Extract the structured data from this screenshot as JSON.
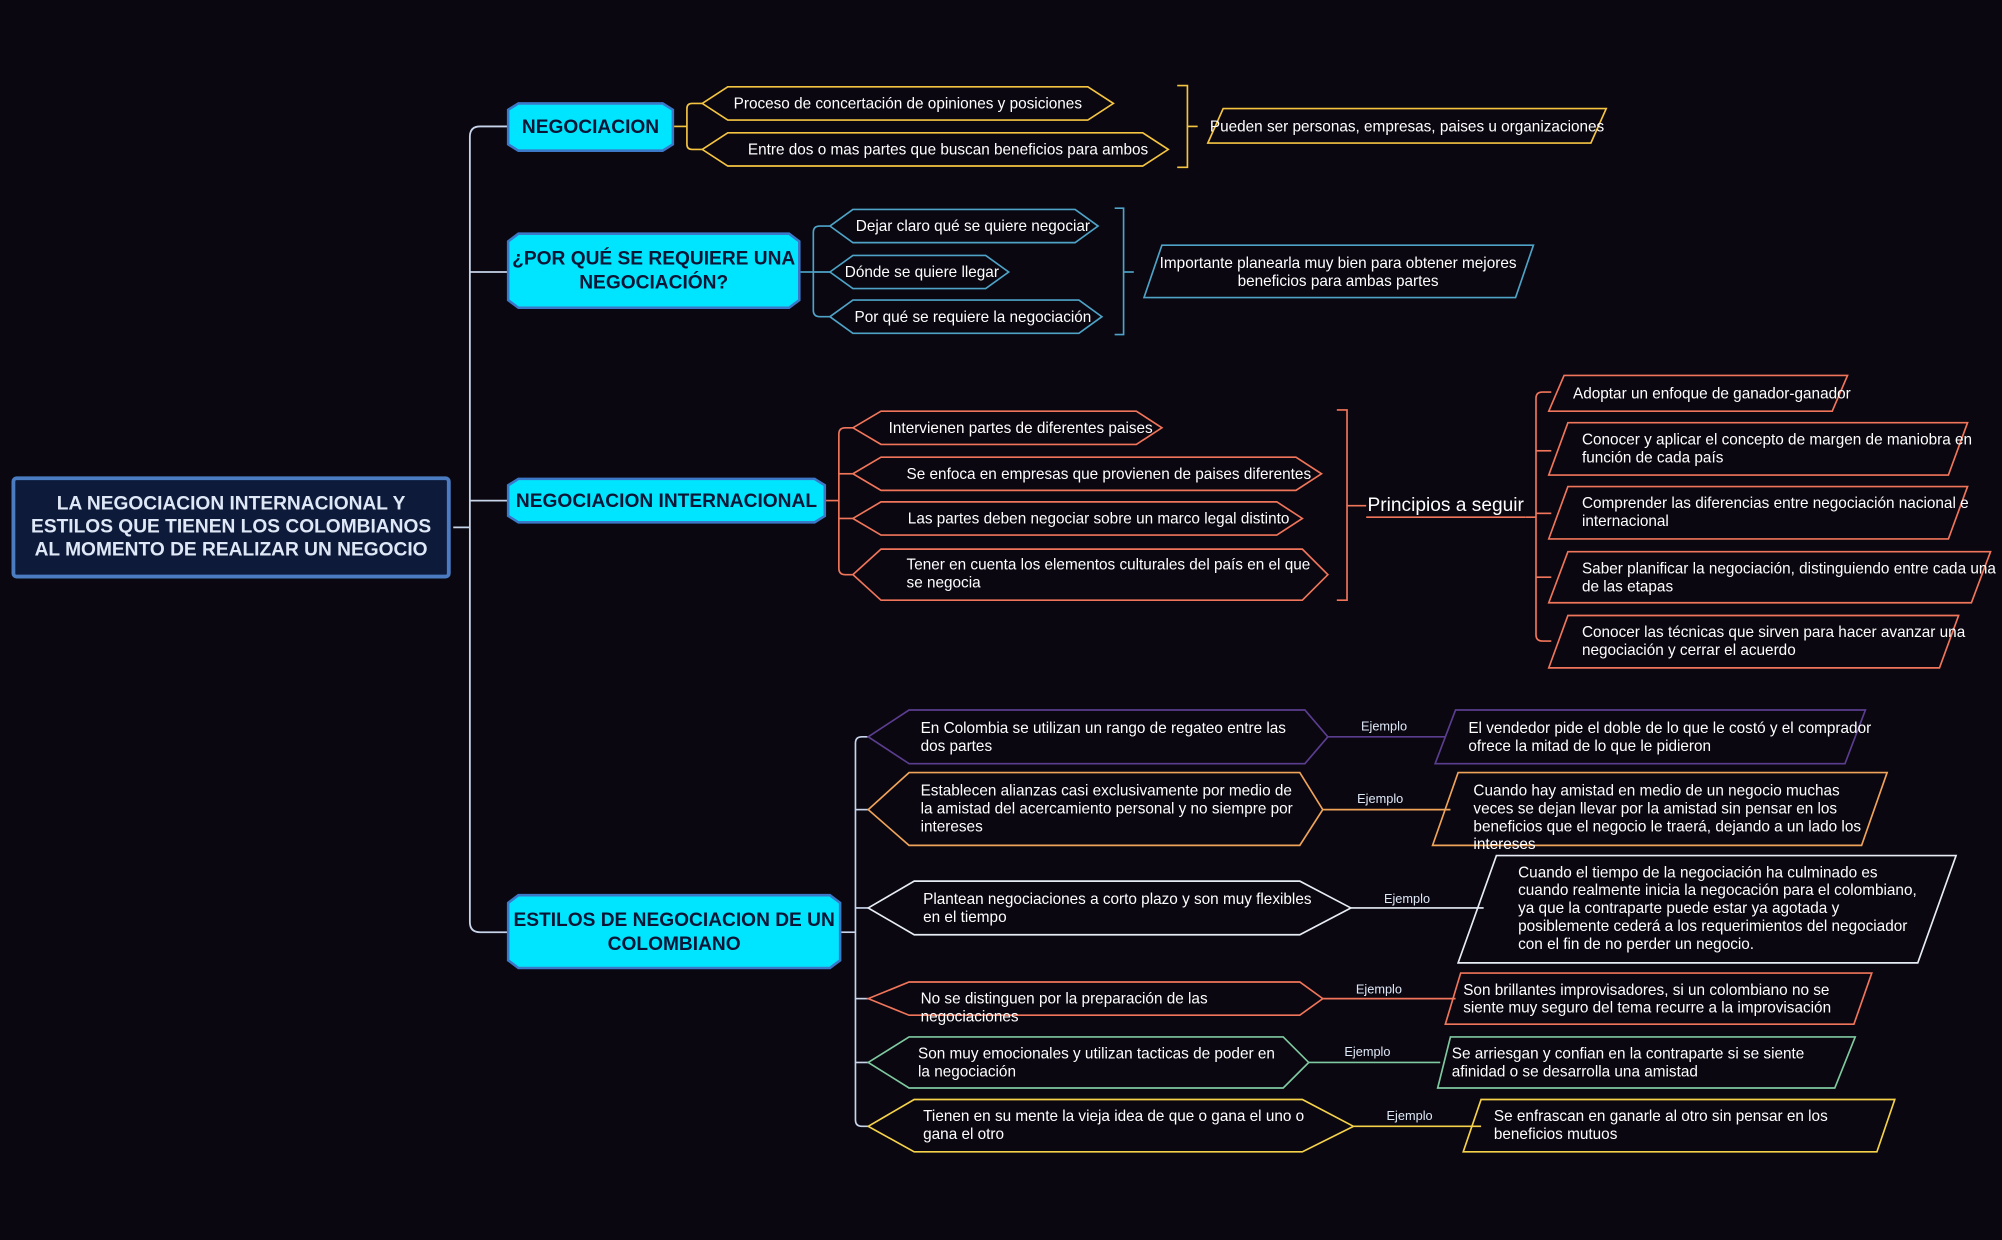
{
  "root": {
    "line1": "LA NEGOCIACION INTERNACIONAL Y",
    "line2": "ESTILOS QUE TIENEN LOS COLOMBIANOS",
    "line3": "AL MOMENTO DE REALIZAR UN NEGOCIO"
  },
  "colors": {
    "background": "#0a0710",
    "main_topic": "#00e5ff",
    "gold": "#f5c542",
    "teal": "#4ea3c7",
    "coral": "#f0755a",
    "purple": "#5b3d8f",
    "orange": "#f0a45a",
    "white": "#e8edf5",
    "green": "#7fc9a0",
    "yellow": "#f5d24a"
  },
  "b1": {
    "title": "NEGOCIACION",
    "items": [
      "Proceso de concertación de opiniones y posiciones",
      "Entre dos o mas partes que buscan beneficios para ambos"
    ],
    "summary": "Pueden ser personas, empresas, paises u organizaciones"
  },
  "b2": {
    "title_l1": "¿POR QUÉ SE REQUIERE UNA",
    "title_l2": "NEGOCIACIÓN?",
    "items": [
      "Dejar claro qué se quiere negociar",
      "Dónde se quiere llegar",
      "Por qué se requiere la negociación"
    ],
    "summary_l1": "Importante planearla muy bien para obtener mejores",
    "summary_l2": "beneficios para ambas partes"
  },
  "b3": {
    "title": "NEGOCIACION INTERNACIONAL",
    "items": [
      "Intervienen partes de diferentes paises",
      "Se enfoca en empresas que provienen de paises diferentes",
      "Las partes deben negociar sobre un marco legal distinto"
    ],
    "item4_l1": "Tener en cuenta los elementos culturales del país en el que",
    "item4_l2": "se negocia",
    "principles_label": "Principios a seguir",
    "principles": [
      {
        "l1": "Adoptar un enfoque de ganador-ganador",
        "l2": ""
      },
      {
        "l1": "Conocer y aplicar el concepto de margen de maniobra en",
        "l2": "función de cada país"
      },
      {
        "l1": "Comprender las diferencias entre negociación nacional e",
        "l2": "internacional"
      },
      {
        "l1": "Saber planificar la negociación, distinguiendo entre cada una",
        "l2": "de las etapas"
      },
      {
        "l1": "Conocer las técnicas que sirven para hacer avanzar una",
        "l2": "negociación y cerrar el acuerdo"
      }
    ]
  },
  "b4": {
    "title_l1": "ESTILOS DE NEGOCIACION DE UN",
    "title_l2": "COLOMBIANO",
    "example_label": "Ejemplo",
    "items": [
      {
        "text": "En Colombia se utilizan un rango de regateo entre las dos partes",
        "example": "El vendedor pide el doble de lo que le costó y el comprador ofrece la mitad de lo que le pidieron"
      },
      {
        "text": "Establecen alianzas casi exclusivamente por medio de la amistad del acercamiento personal y no siempre por intereses",
        "example": "Cuando hay amistad en medio de un negocio muchas veces se dejan llevar por la amistad sin pensar en los beneficios que el negocio le traerá, dejando a un lado los intereses"
      },
      {
        "text": "Plantean negociaciones a corto plazo y son muy flexibles en el tiempo",
        "example": "Cuando el tiempo de la negociación ha culminado es cuando realmente inicia la negocación para el colombiano, ya que la contraparte puede estar ya agotada y posiblemente cederá a los requerimientos del negociador con el fin de no perder un negocio."
      },
      {
        "text": "No se distinguen por la preparación de las negociaciones",
        "example": "Son brillantes improvisadores, si un colombiano no se siente muy seguro del tema recurre a la improvisación"
      },
      {
        "text": "Son muy emocionales y utilizan tacticas de poder en la negociación",
        "example": "Se arriesgan y confian en la contraparte si se siente afinidad o se desarrolla una amistad"
      },
      {
        "text": "Tienen en su mente la vieja idea de que o gana el uno o gana el otro",
        "example": "Se enfrascan en ganarle al otro sin pensar en los beneficios mutuos"
      }
    ]
  }
}
